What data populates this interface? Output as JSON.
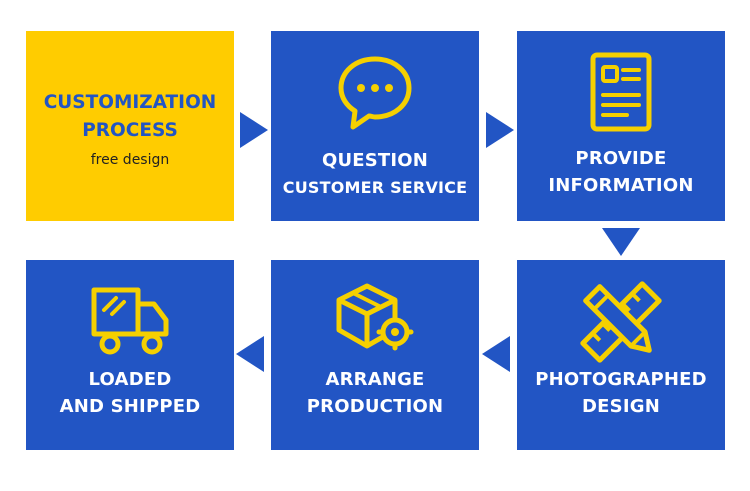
{
  "colors": {
    "tile_blue": "#2255c4",
    "tile_yellow": "#ffcc00",
    "icon_yellow": "#f5d000",
    "label_white": "#ffffff"
  },
  "intro": {
    "title_line1": "CUSTOMIZATION",
    "title_line2": "PROCESS",
    "subtitle": "free design"
  },
  "steps": [
    {
      "icon": "chat-bubble-icon",
      "line1": "QUESTION",
      "line2": "CUSTOMER SERVICE"
    },
    {
      "icon": "document-icon",
      "line1": "PROVIDE",
      "line2": "INFORMATION"
    },
    {
      "icon": "pencil-ruler-icon",
      "line1": "PHOTOGRAPHED",
      "line2": "DESIGN"
    },
    {
      "icon": "box-gear-icon",
      "line1": "ARRANGE",
      "line2": "PRODUCTION"
    },
    {
      "icon": "truck-icon",
      "line1": "LOADED",
      "line2": "AND SHIPPED"
    }
  ],
  "arrows": [
    "arrow-right-icon",
    "arrow-right-icon",
    "arrow-down-icon",
    "arrow-left-icon",
    "arrow-left-icon"
  ]
}
